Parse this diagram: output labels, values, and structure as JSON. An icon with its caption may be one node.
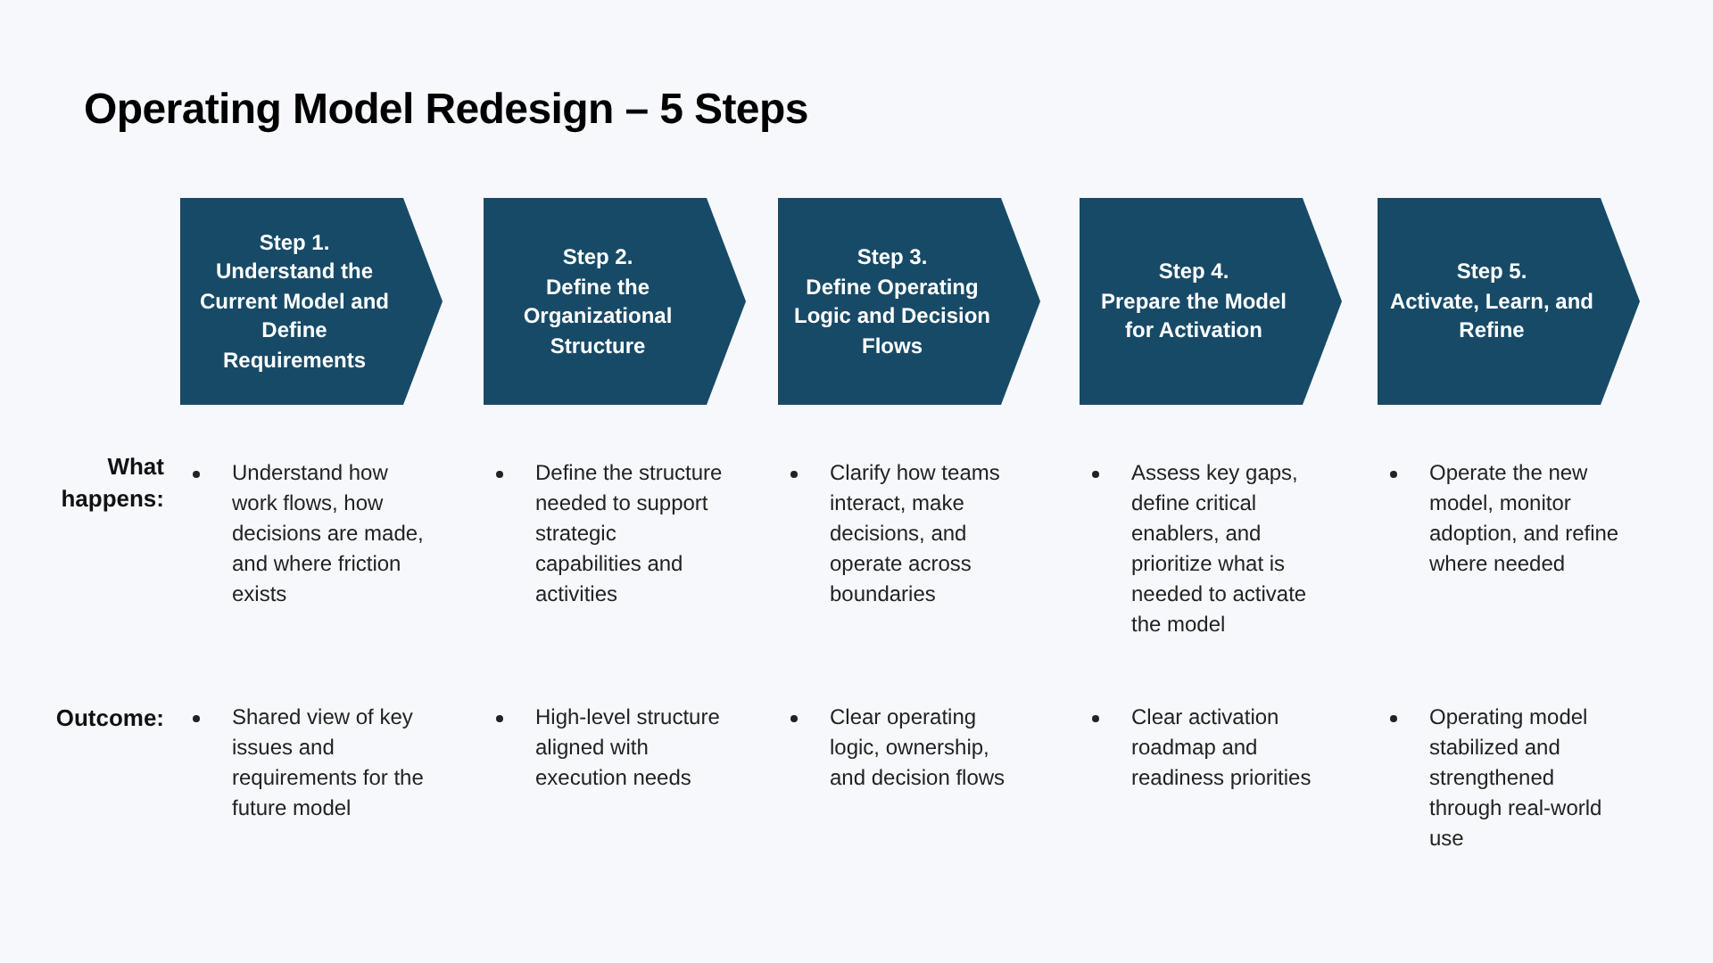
{
  "diagram": {
    "title": "Operating Model Redesign – 5 Steps",
    "nodes": [
      {
        "text": [
          "Step 1.",
          "Understand the Current Model and Define Requirements"
        ]
      },
      {
        "text": [
          "Step 2.",
          "Define the Organizational Structure"
        ]
      },
      {
        "text": [
          "Step 3.",
          "Define Operating Logic and Decision Flows"
        ]
      },
      {
        "text": [
          "Step 4.",
          "Prepare the Model for Activation"
        ]
      },
      {
        "text": [
          "Step 5.",
          "Activate, Learn, and Refine"
        ]
      }
    ],
    "labels": [
      "What happens:",
      "Understand how work flows, how decisions are made, and where friction exists",
      "Define the structure needed to support strategic capabilities and activities",
      "Clarify how teams interact, make decisions, and operate across boundaries",
      "Assess key gaps, define critical enablers, and prioritize what is needed to activate the model",
      "Operate the new model, monitor adoption, and refine where needed",
      "Outcome:",
      "Shared view of key issues and requirements for the future model",
      "High-level structure aligned with execution needs",
      "Clear operating logic, ownership, and decision flows",
      "Clear activation roadmap and readiness priorities",
      "Operating model stabilized and strengthened through real-world use"
    ]
  }
}
